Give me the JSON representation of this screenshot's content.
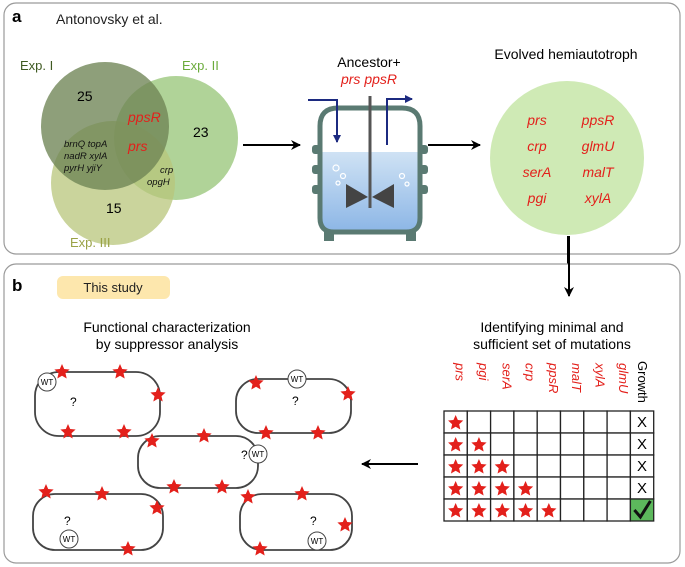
{
  "panel_a": {
    "letter": "a",
    "title": "Antonovsky et al.",
    "venn": {
      "exp1_label": "Exp. I",
      "exp2_label": "Exp. II",
      "exp3_label": "Exp. III",
      "only_exp1": "25",
      "only_exp2": "23",
      "only_exp3": "15",
      "gene_ppsR": "ppsR",
      "gene_prs": "prs",
      "shared_1_3_line1": "brnQ topA",
      "shared_1_3_line2": "nadR xylA",
      "shared_1_3_line3": "pyrH yjiY",
      "shared_2_3_line1": "crp",
      "shared_2_3_line2": "opgH"
    },
    "reactor": {
      "title": "Ancestor+",
      "genes": "prs ppsR"
    },
    "evolved": {
      "title": "Evolved hemiautotroph",
      "genes_left": [
        "prs",
        "crp",
        "serA",
        "pgi"
      ],
      "genes_right": [
        "ppsR",
        "glmU",
        "malT",
        "xylA"
      ]
    }
  },
  "panel_b": {
    "letter": "b",
    "badge": "This study",
    "left_title_line1": "Functional characterization",
    "left_title_line2": "by suppressor analysis",
    "right_title_line1": "Identifying minimal and",
    "right_title_line2": "sufficient set of mutations",
    "wt_label": "WT",
    "question": "?",
    "grid": {
      "columns": [
        "prs",
        "pgi",
        "serA",
        "crp",
        "ppsR",
        "malT",
        "xylA",
        "glmU"
      ],
      "growth_header": "Growth",
      "rows": [
        {
          "mutations": 1,
          "growth": "X"
        },
        {
          "mutations": 2,
          "growth": "X"
        },
        {
          "mutations": 3,
          "growth": "X"
        },
        {
          "mutations": 4,
          "growth": "X"
        },
        {
          "mutations": 5,
          "growth": "check"
        }
      ]
    }
  },
  "colors": {
    "red": "#e3201b",
    "exp1": "#6e8454",
    "exp2": "#95c476",
    "exp3": "#b8c57b",
    "evolved": "#cfeab5",
    "badge": "#fde7ad",
    "check_bg": "#5cb85c",
    "panel_border": "#9a9a9a"
  }
}
